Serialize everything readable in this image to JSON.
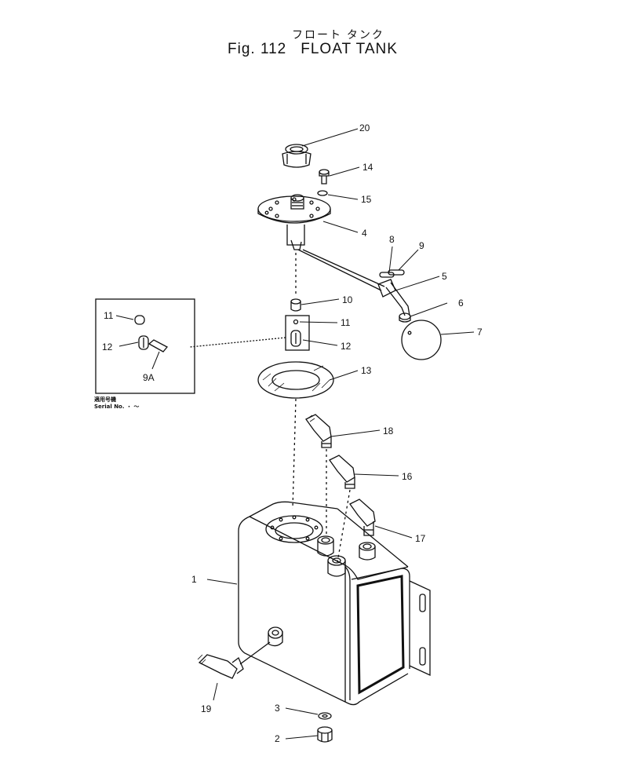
{
  "header": {
    "title_japanese": "フロート タンク",
    "figure_number": "Fig. 112",
    "figure_title": "FLOAT TANK"
  },
  "callouts": {
    "c20": "20",
    "c14": "14",
    "c15": "15",
    "c4": "4",
    "c8": "8",
    "c9": "9",
    "c5": "5",
    "c10": "10",
    "c6": "6",
    "c11": "11",
    "c7": "7",
    "c12": "12",
    "c13": "13",
    "c18": "18",
    "c16": "16",
    "c17": "17",
    "c1": "1",
    "c19": "19",
    "c3": "3",
    "c2": "2"
  },
  "inset": {
    "label_11": "11",
    "label_12": "12",
    "label_9a": "9A",
    "note_line1": "適用号機",
    "note_line2": "Serial No.  ・ ～"
  },
  "colors": {
    "ink": "#111111",
    "paper": "#ffffff"
  }
}
